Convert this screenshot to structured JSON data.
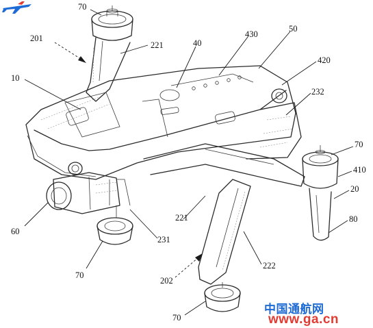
{
  "labels": {
    "l70_top": "70",
    "l201": "201",
    "l221_top": "221",
    "l40": "40",
    "l430": "430",
    "l50": "50",
    "l420": "420",
    "l10": "10",
    "l232": "232",
    "l70_right": "70",
    "l410": "410",
    "l20": "20",
    "l80": "80",
    "l60": "60",
    "l221_mid": "221",
    "l231": "231",
    "l222": "222",
    "l70_left": "70",
    "l202": "202",
    "l70_bottom": "70"
  },
  "watermark": {
    "site_name_cn": "中国通航网",
    "url": "www.ga.cn",
    "accent_colors": [
      "#1f6bd6",
      "#e23c32"
    ]
  }
}
